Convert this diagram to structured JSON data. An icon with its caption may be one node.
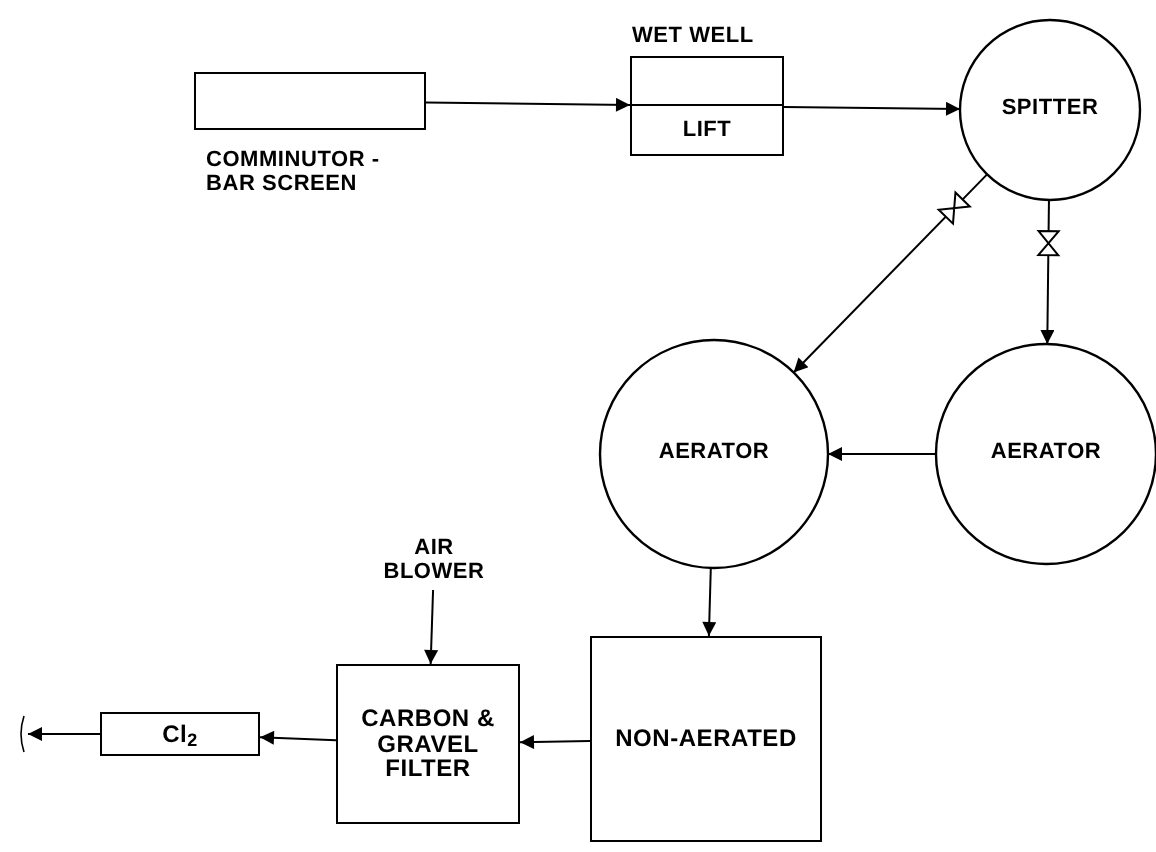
{
  "diagram": {
    "nodes": [
      {
        "text": [
          "COMMINUTOR - BAR SCREEN"
        ]
      },
      {
        "text": [
          "WET WELL",
          "LIFT"
        ]
      },
      {
        "text": [
          "SPITTER"
        ]
      },
      {
        "text": [
          "AERATOR"
        ]
      },
      {
        "text": [
          "AERATOR"
        ]
      },
      {
        "text": [
          "NON-AERATED"
        ]
      },
      {
        "text": [
          "AIR BLOWER"
        ]
      },
      {
        "text": [
          "CARBON & GRAVEL FILTER"
        ]
      },
      {
        "text": [
          "Cl$_{2}$"
        ]
      }
    ],
    "edges": [
      {
        "from": 0,
        "to": 1,
        "arrow": "to"
      },
      {
        "from": 1,
        "to": 2,
        "arrow": "to"
      },
      {
        "from": 2,
        "to": 3,
        "arrow": "to"
      },
      {
        "from": 2,
        "to": 4,
        "arrow": "to"
      },
      {
        "from": 4,
        "to": 3,
        "arrow": "to"
      },
      {
        "from": 3,
        "to": 5,
        "arrow": "to"
      },
      {
        "from": 6,
        "to": 7,
        "arrow": "to"
      },
      {
        "from": 5,
        "to": 7,
        "arrow": "to"
      },
      {
        "from": 7,
        "to": 8,
        "arrow": "to"
      },
      {
        "from": 8,
        "to": null,
        "arrow": "to"
      }
    ]
  }
}
